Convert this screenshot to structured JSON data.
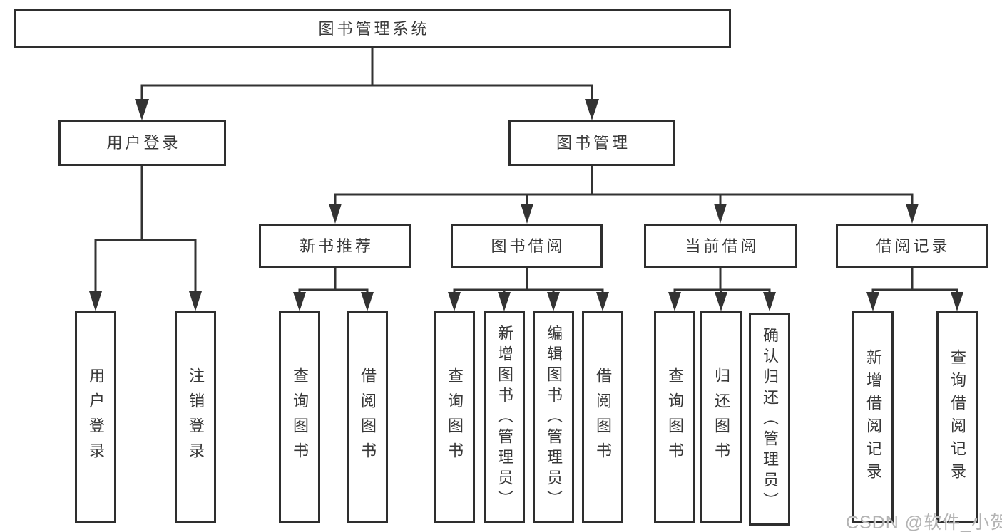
{
  "nodes": {
    "root": "图书管理系统",
    "user_login": "用户登录",
    "book_mgmt": "图书管理",
    "new_book_rec": "新书推荐",
    "book_borrow": "图书借阅",
    "current_borrow": "当前借阅",
    "borrow_records": "借阅记录",
    "leaf_user_login": "用户登录",
    "leaf_logout": "注销登录",
    "leaf_nbr_query": "查询图书",
    "leaf_nbr_borrow": "借阅图书",
    "leaf_bb_query": "查询图书",
    "leaf_bb_add": "新增图书（管理员）",
    "leaf_bb_edit": "编辑图书（管理员）",
    "leaf_bb_borrow": "借阅图书",
    "leaf_cb_query": "查询图书",
    "leaf_cb_return": "归还图书",
    "leaf_cb_confirm": "确认归还（管理员）",
    "leaf_br_add": "新增借阅记录",
    "leaf_br_query": "查询借阅记录"
  },
  "watermark": "CSDN @软件_小贺同学",
  "colors": {
    "line": "#333333",
    "box_border": "#2e2e2e",
    "text": "#383838",
    "bg": "#ffffff",
    "watermark": "#b3b3b3"
  }
}
